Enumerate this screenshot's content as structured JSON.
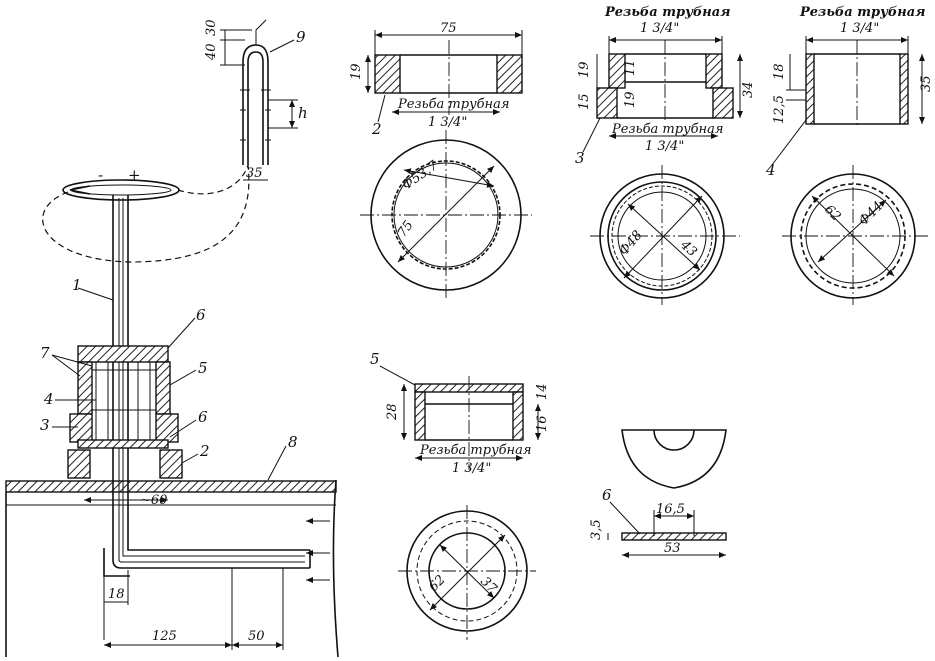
{
  "parts": {
    "p1": "1",
    "p2": "2",
    "p3": "3",
    "p4": "4",
    "p5": "5",
    "p6": "6",
    "p7": "7",
    "p8": "8",
    "p9": "9"
  },
  "assembly": {
    "minus": "-",
    "plus": "+",
    "dim_40": "40",
    "dim_30": "30",
    "dim_h": "h",
    "dim_35": "35",
    "dim_60": "~60",
    "dim_18": "18",
    "dim_125": "125",
    "dim_50": "50"
  },
  "part2": {
    "width": "75",
    "height": "19",
    "thread_label": "Резьба трубная",
    "thread_size": "1 3/4\"",
    "dia_outer": "Ф53,7",
    "dia_inner": "75"
  },
  "part3": {
    "caption": "Резьба трубная",
    "caption_size": "1 3/4\"",
    "h_upper": "19",
    "h_inner": "11",
    "h_lower": "15",
    "h_inner2": "19",
    "h_total": "34",
    "thread_label": "Резьба трубная",
    "thread_size": "1 3/4\"",
    "dia_a": "Ф48",
    "dia_b": "43"
  },
  "part4": {
    "caption": "Резьба трубная",
    "caption_size": "1 3/4\"",
    "h_upper": "18",
    "h_lower": "12,5",
    "h_right": "35",
    "dia_a": "62",
    "dia_b": "Ф44"
  },
  "part5": {
    "h_total": "28",
    "h_right": "16",
    "h_top": "14",
    "thread_label": "Резьба трубная",
    "thread_size": "1 3/4\"",
    "dia_a": "62",
    "dia_b": "37"
  },
  "part6": {
    "thick": "3,5",
    "width": "53",
    "slot": "16,5"
  }
}
